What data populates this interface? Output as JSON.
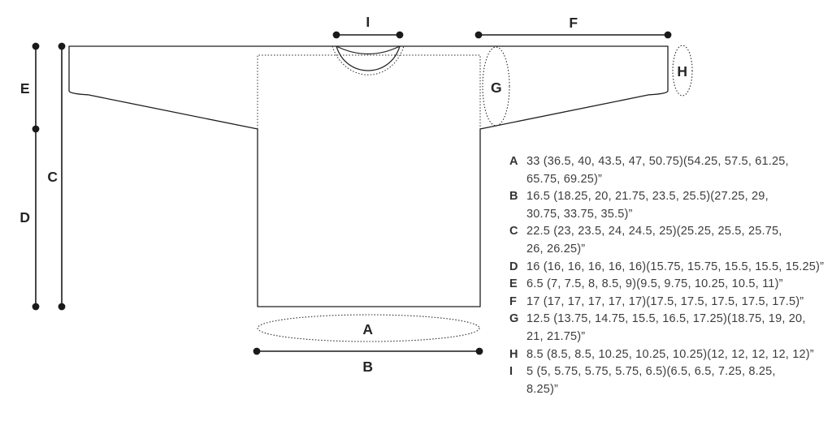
{
  "diagram": {
    "type": "garment-schematic",
    "subject": "drop-shoulder-sweater-flat-view",
    "units": "inches",
    "colors": {
      "background": "#ffffff",
      "outline_stroke": "#1f1f1f",
      "measure_stroke": "#1a1a1a",
      "label_text": "#262626",
      "list_text": "#3d3d3d"
    }
  },
  "measurements": [
    {
      "key": "A",
      "value": "33 (36.5, 40, 43.5, 47, 50.75)(54.25, 57.5, 61.25,\n65.75, 69.25)”",
      "callout": "chest-circumference-ellipse"
    },
    {
      "key": "B",
      "value": "16.5 (18.25, 20, 21.75, 23.5, 25.5)(27.25, 29,\n30.75, 33.75, 35.5)”",
      "callout": "hem-width-line"
    },
    {
      "key": "C",
      "value": "22.5 (23, 23.5, 24, 24.5, 25)(25.25, 25.5, 25.75,\n26, 26.25)”",
      "callout": "total-length-line"
    },
    {
      "key": "D",
      "value": "16 (16, 16, 16, 16, 16)(15.75, 15.75, 15.5, 15.5, 15.25)”",
      "callout": "body-length-line"
    },
    {
      "key": "E",
      "value": "6.5 (7, 7.5, 8, 8.5, 9)(9.5, 9.75, 10.25, 10.5, 11)”",
      "callout": "yoke-depth-line"
    },
    {
      "key": "F",
      "value": "17 (17, 17, 17, 17, 17)(17.5, 17.5, 17.5, 17.5, 17.5)”",
      "callout": "sleeve-length-line"
    },
    {
      "key": "G",
      "value": "12.5 (13.75, 14.75, 15.5, 16.5, 17.25)(18.75, 19, 20,\n21, 21.75)”",
      "callout": "upper-arm-ellipse"
    },
    {
      "key": "H",
      "value": "8.5 (8.5, 8.5, 10.25, 10.25, 10.25)(12, 12, 12, 12, 12)”",
      "callout": "cuff-ellipse"
    },
    {
      "key": "I",
      "value": "5 (5, 5.75, 5.75, 5.75, 6.5)(6.5, 6.5, 7.25, 8.25,\n8.25)”",
      "callout": "neck-width-line"
    }
  ]
}
